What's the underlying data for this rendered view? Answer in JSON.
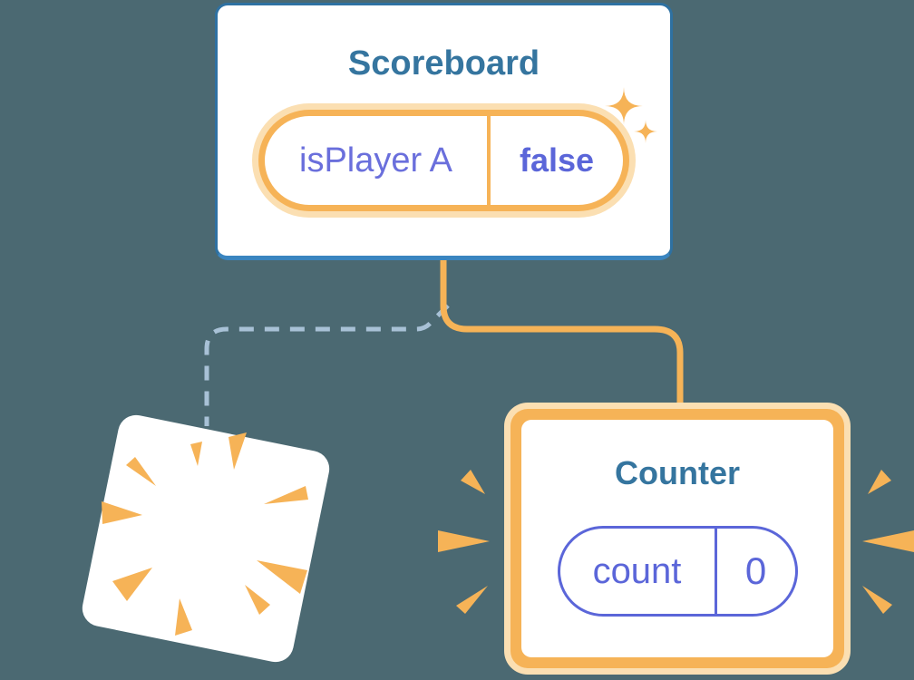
{
  "colors": {
    "bg": "#4b6972",
    "card_fill": "#ffffff",
    "blue_border": "#2e71a2",
    "blue_border_bottom": "#3a85c0",
    "title_blue": "#35759f",
    "orange": "#f6b357",
    "orange_glow": "#fbdfb2",
    "purple": "#5b66d9",
    "purple_light": "#6a6fdc",
    "dash_blue": "#a8c1d6"
  },
  "scoreboard": {
    "title": "Scoreboard",
    "state": {
      "name": "isPlayer A",
      "value": "false"
    }
  },
  "counter": {
    "title": "Counter",
    "state": {
      "name": "count",
      "value": "0"
    }
  },
  "icons": {
    "sparkle": "sparkle-icon",
    "removed_burst": "burst-mark-icon",
    "emphasis": "emphasis-mark-icon"
  }
}
